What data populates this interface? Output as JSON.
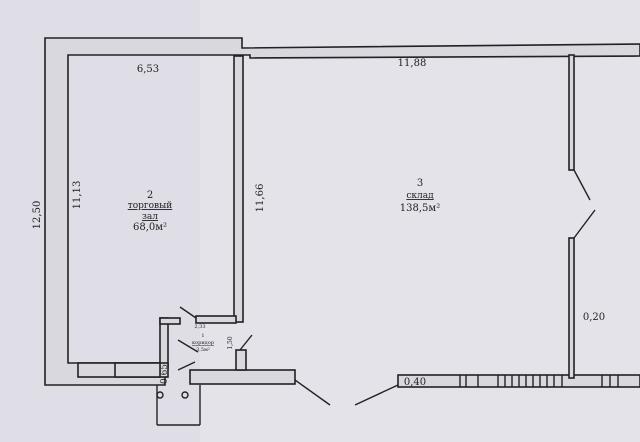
{
  "dimensions": {
    "top_left": "6,53",
    "top_right": "11,88",
    "outer_left": "12,50",
    "inner_left": "11,13",
    "partition": "11,66",
    "corridor_width": "2,33",
    "corridor_height": "1,50",
    "bottom_left": "0,65",
    "right_partition": "0,20",
    "bottom_right": "0,40"
  },
  "rooms": [
    {
      "number": "1",
      "name": "коридор",
      "area": "3,5м²"
    },
    {
      "number": "2",
      "name_line1": "торговый",
      "name_line2": "зал",
      "area": "68,0м²"
    },
    {
      "number": "3",
      "name": "склад",
      "area": "138,5м²"
    }
  ]
}
